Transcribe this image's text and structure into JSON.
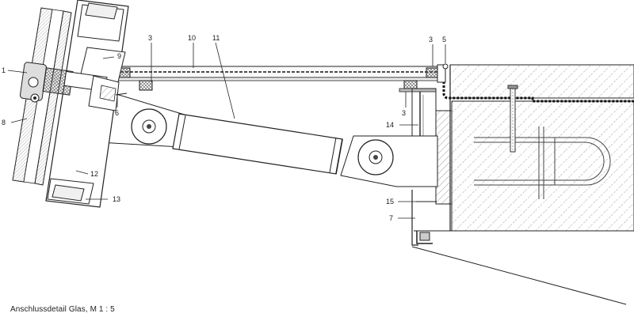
{
  "caption": "Anschlussdetail Glas, M 1 : 5",
  "callouts": {
    "c1": "1",
    "c3a": "3",
    "c3b": "3",
    "c3c": "3",
    "c5": "5",
    "c6": "6",
    "c7": "7",
    "c8": "8",
    "c9": "9",
    "c10": "10",
    "c11": "11",
    "c12": "12",
    "c13": "13",
    "c14": "14",
    "c15": "15"
  }
}
